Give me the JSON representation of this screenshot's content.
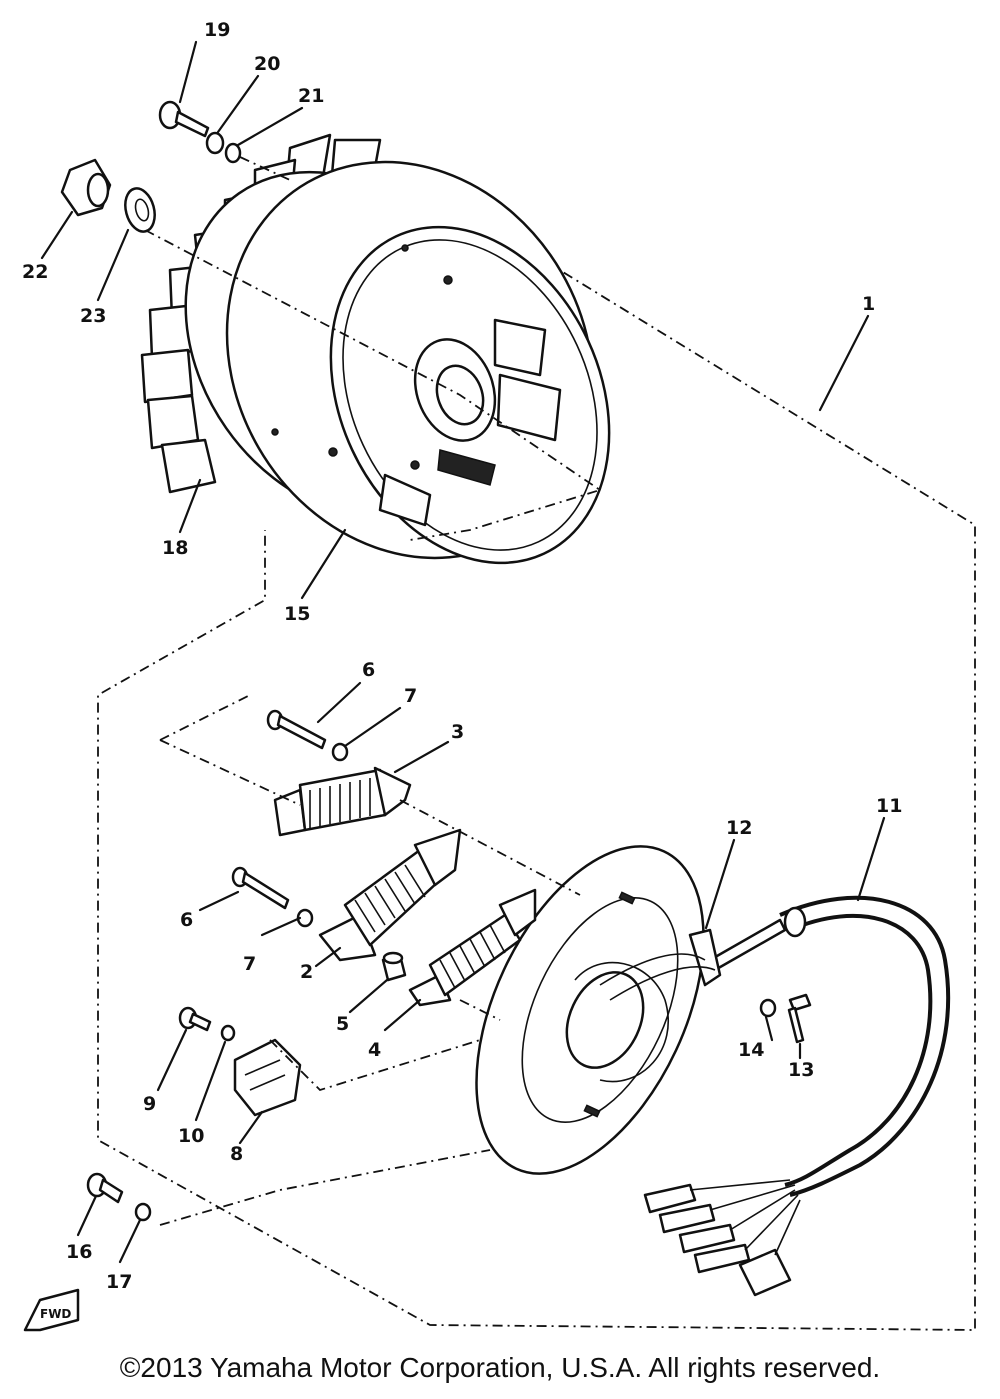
{
  "callouts": {
    "n1": "1",
    "n2": "2",
    "n3": "3",
    "n4": "4",
    "n5": "5",
    "n6a": "6",
    "n6b": "6",
    "n7a": "7",
    "n7b": "7",
    "n8": "8",
    "n9": "9",
    "n10": "10",
    "n11": "11",
    "n12": "12",
    "n13": "13",
    "n14": "14",
    "n15": "15",
    "n16": "16",
    "n17": "17",
    "n18": "18",
    "n19": "19",
    "n20": "20",
    "n21": "21",
    "n22": "22",
    "n23": "23"
  },
  "fwd_label": "FWD",
  "copyright": "©2013 Yamaha Motor Corporation, U.S.A. All rights reserved."
}
